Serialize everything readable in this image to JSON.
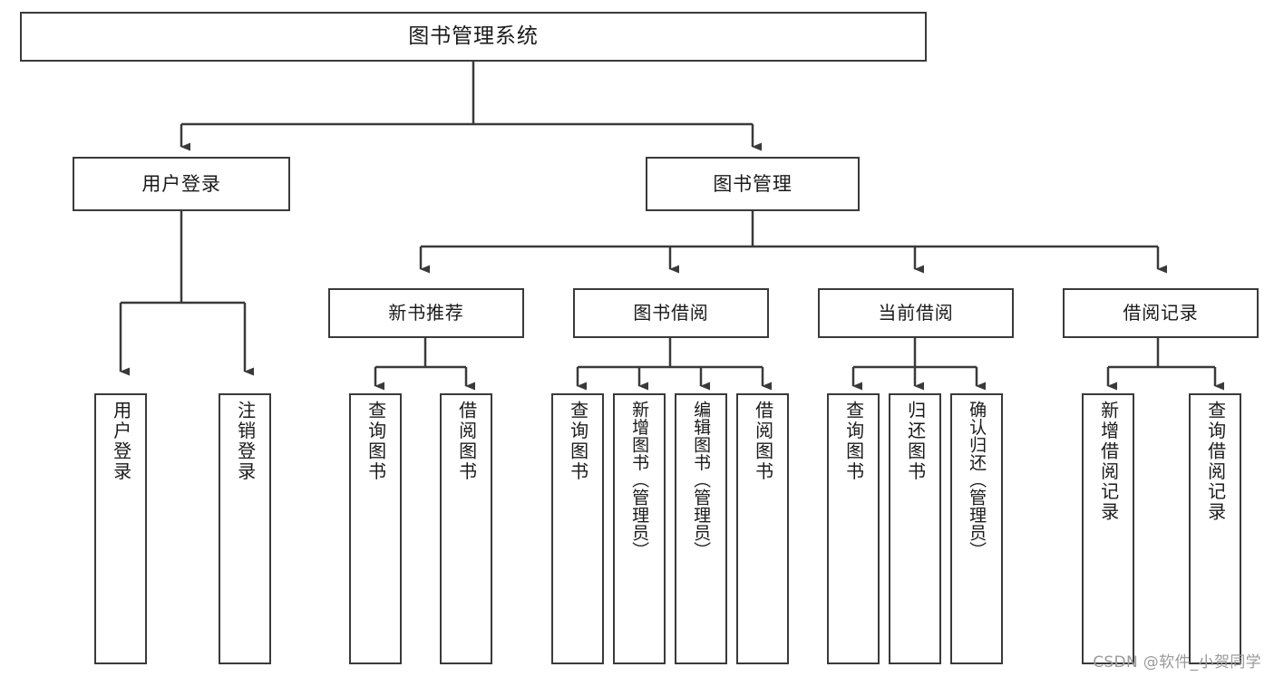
{
  "diagram": {
    "title": "图书管理系统",
    "type": "hierarchy-tree",
    "stroke_color": "#3a3a3a",
    "text_color": "#1a1a1a",
    "background_color": "#ffffff",
    "watermark": "CSDN @软件_小贺同学",
    "root": {
      "label": "图书管理系统"
    },
    "branches": [
      {
        "label": "用户登录",
        "leaves": [
          {
            "label": "用户登录"
          },
          {
            "label": "注销登录"
          }
        ]
      },
      {
        "label": "图书管理",
        "children": [
          {
            "label": "新书推荐",
            "leaves": [
              {
                "label": "查询图书"
              },
              {
                "label": "借阅图书"
              }
            ]
          },
          {
            "label": "图书借阅",
            "leaves": [
              {
                "label": "查询图书"
              },
              {
                "label": "新增图书（管理员）"
              },
              {
                "label": "编辑图书（管理员）"
              },
              {
                "label": "借阅图书"
              }
            ]
          },
          {
            "label": "当前借阅",
            "leaves": [
              {
                "label": "查询图书"
              },
              {
                "label": "归还图书"
              },
              {
                "label": "确认归还（管理员）"
              }
            ]
          },
          {
            "label": "借阅记录",
            "leaves": [
              {
                "label": "新增借阅记录"
              },
              {
                "label": "查询借阅记录"
              }
            ]
          }
        ]
      }
    ]
  }
}
